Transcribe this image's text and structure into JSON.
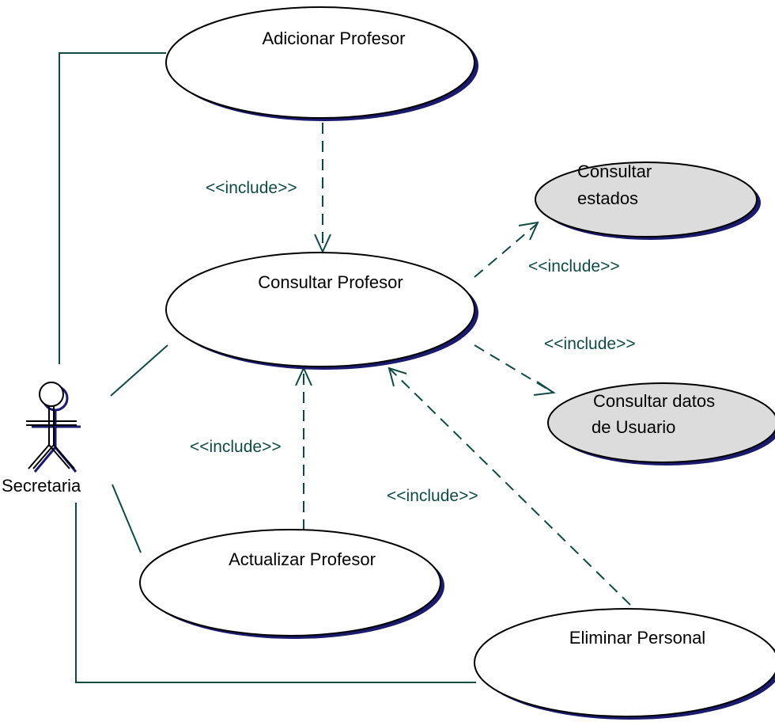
{
  "actor": {
    "name": "Secretaria"
  },
  "use_cases": {
    "adicionar": {
      "label": "Adicionar Profesor"
    },
    "consultar": {
      "label": "Consultar Profesor"
    },
    "estados": {
      "lines": [
        "Consultar",
        "estados"
      ]
    },
    "datos": {
      "lines": [
        "Consultar datos",
        "de Usuario"
      ]
    },
    "actualizar": {
      "label": "Actualizar Profesor"
    },
    "eliminar": {
      "label": "Eliminar Personal"
    }
  },
  "relations": {
    "include_1": "<<include>>",
    "include_2": "<<include>>",
    "include_3": "<<include>>",
    "include_4": "<<include>>",
    "include_5": "<<include>>"
  },
  "colors": {
    "line": "#0f4a44",
    "shadow": "#1a1a6e",
    "grey_fill": "#dcdcdc"
  }
}
